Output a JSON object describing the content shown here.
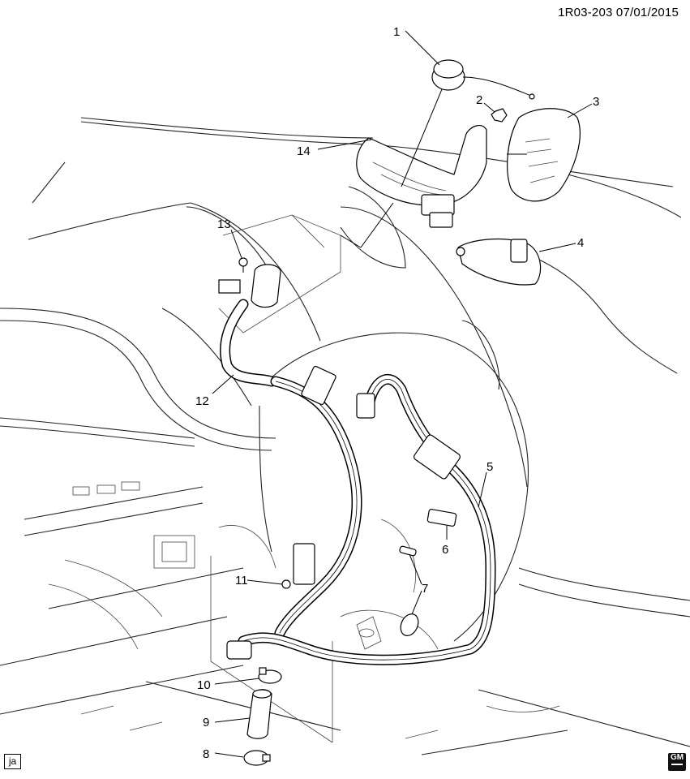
{
  "header": {
    "diagram_code": "1R03-203  07/01/2015"
  },
  "footer": {
    "artist_initials": "ja",
    "brand_badge": "GM"
  },
  "callouts": [
    "1",
    "2",
    "3",
    "4",
    "5",
    "6",
    "7",
    "8",
    "9",
    "10",
    "11",
    "12",
    "13",
    "14"
  ],
  "icons": {
    "brand_badge": "gm-logo-icon"
  }
}
